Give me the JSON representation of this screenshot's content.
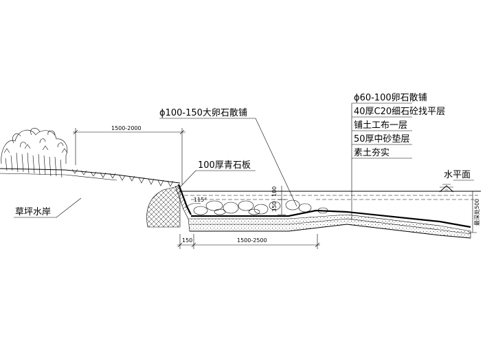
{
  "labels": {
    "large_pebble": "ϕ100-150大卵石散铺",
    "bluestone_slab": "100厚青石板",
    "lawn_bank": "草坪水岸",
    "water_surface": "水平面",
    "layers": [
      "ϕ60-100卵石散铺",
      "40厚C20细石砼找平层",
      "铺土工布一层",
      "50厚中砂垫层",
      "素土夯实"
    ]
  },
  "dimensions": {
    "top_width": "1500-2000",
    "bottom_left": "150",
    "bottom_width": "1500-2500",
    "angle": "115°",
    "rise_small": "100",
    "rise_large": "350",
    "max_depth": "最深处500"
  },
  "colors": {
    "ink": "#000000",
    "background": "#ffffff"
  }
}
